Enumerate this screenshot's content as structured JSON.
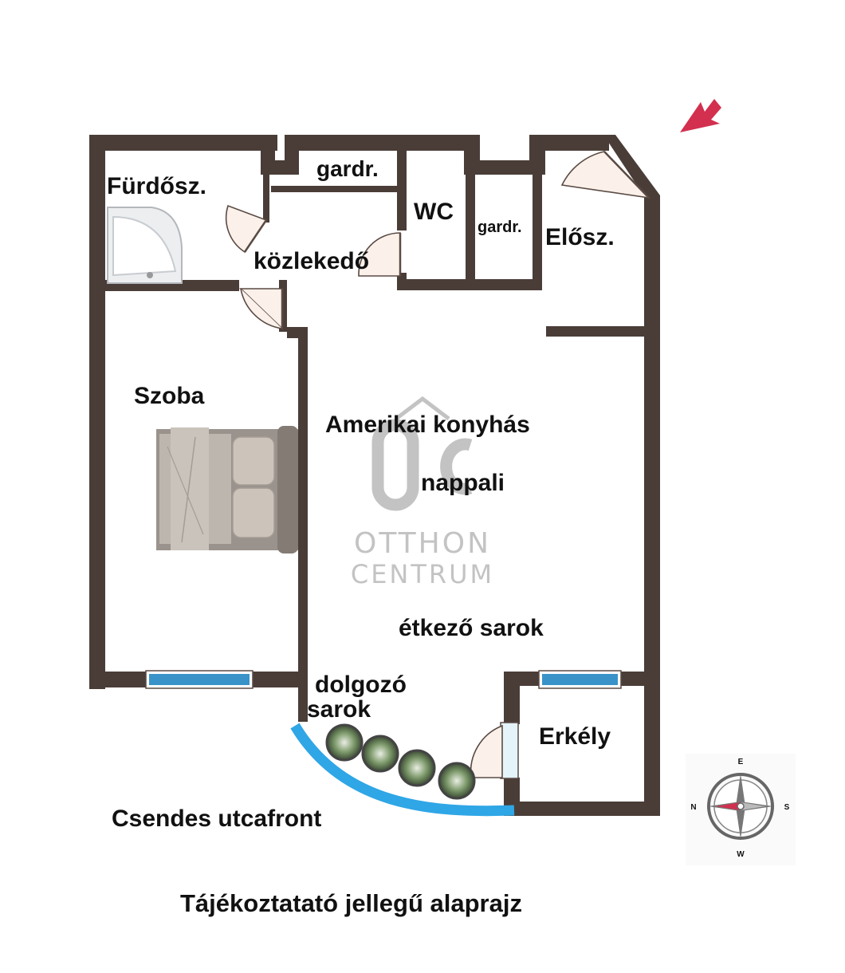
{
  "rooms": {
    "bathroom": "Fürdősz.",
    "wardrobe_top": "gardr.",
    "wc": "WC",
    "wardrobe_small": "gardr.",
    "hall": "Elősz.",
    "corridor": "közlekedő",
    "room": "Szoba",
    "living_line1": "Amerikai konyhás",
    "living_line2": "nappali",
    "dining": "étkező sarok",
    "work_line1": "dolgozó",
    "work_line2": "sarok",
    "balcony": "Erkély"
  },
  "street_label": "Csendes utcafront",
  "caption": "Tájékoztatató jellegű alaprajz",
  "logo": {
    "mark": "OC",
    "line1": "OTTHON",
    "line2": "CENTRUM"
  },
  "compass": {
    "n": "N",
    "e": "E",
    "s": "S",
    "w": "W"
  },
  "colors": {
    "wall": "#4a3d38",
    "window": "#3a93c8",
    "window_curved": "#2fa6e6",
    "entrance_arrow": "#d32f4f",
    "logo": "#c3c3c3"
  },
  "icons": [
    "entrance-arrow-icon",
    "compass-icon",
    "bathtub-icon",
    "bed-icon",
    "plant-pot-icon"
  ]
}
